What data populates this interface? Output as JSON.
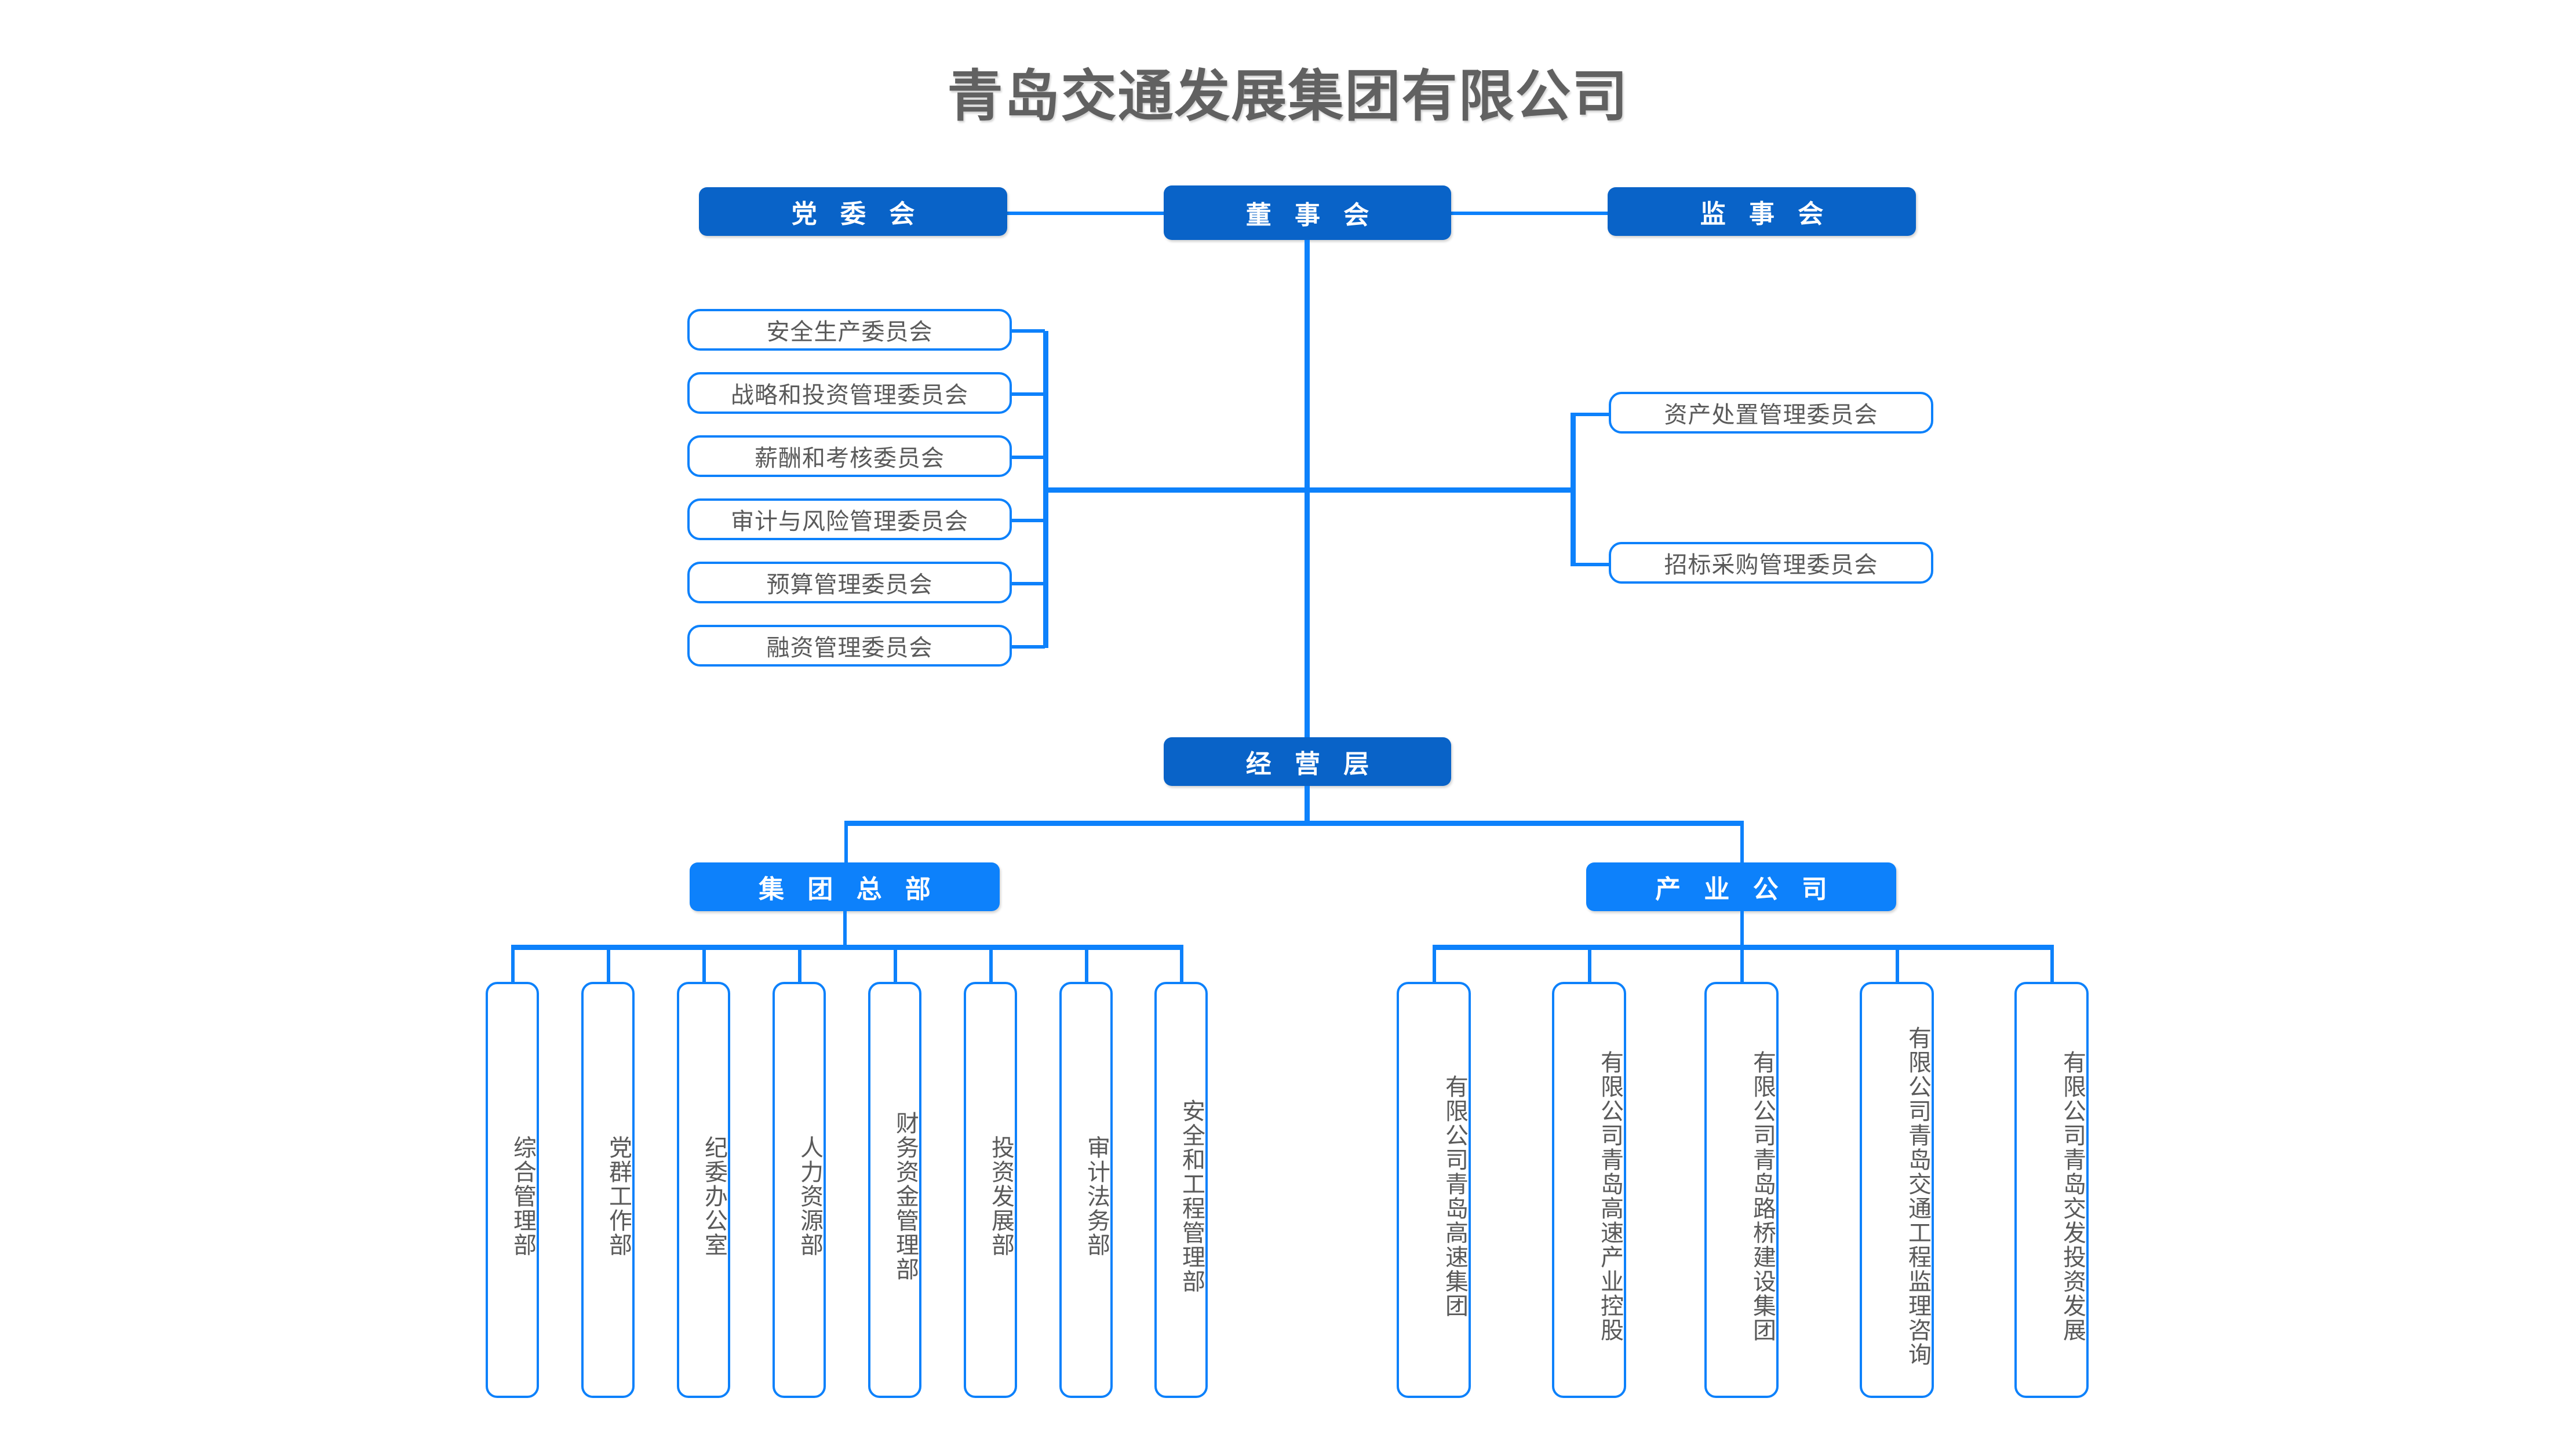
{
  "chart": {
    "title": "青岛交通发展集团有限公司",
    "type": "organization-chart",
    "colors": {
      "governance_fill": "#0963C8",
      "division_fill": "#0D81FB",
      "connector": "#0D81FB",
      "outline": "#0D81FB",
      "box_text": "#5a5a5a",
      "title_text": "#616161",
      "canvas": "#ffffff"
    }
  },
  "governance": {
    "party_committee": "党 委 会",
    "board_of_directors": "董 事 会",
    "board_of_supervisors": "监 事 会"
  },
  "left_committees": [
    {
      "label": "安全生产委员会"
    },
    {
      "label": "战略和投资管理委员会"
    },
    {
      "label": "薪酬和考核委员会"
    },
    {
      "label": "审计与风险管理委员会"
    },
    {
      "label": "预算管理委员会"
    },
    {
      "label": "融资管理委员会"
    }
  ],
  "right_committees": [
    {
      "label": "资产处置管理委员会"
    },
    {
      "label": "招标采购管理委员会"
    }
  ],
  "management": {
    "management_layer": "经 营 层",
    "group_headquarters": "集 团 总 部",
    "industry_companies": "产 业 公 司"
  },
  "departments": [
    {
      "label": "综合管理部"
    },
    {
      "label": "党群工作部"
    },
    {
      "label": "纪委办公室"
    },
    {
      "label": "人力资源部"
    },
    {
      "label": "财务资金管理部"
    },
    {
      "label": "投资发展部"
    },
    {
      "label": "审计法务部"
    },
    {
      "label": "安全和工程管理部"
    }
  ],
  "companies": [
    {
      "line1": "有限公司",
      "line2": "青岛高速集团"
    },
    {
      "line1": "有限公司",
      "line2": "青岛高速产业控股"
    },
    {
      "line1": "有限公司",
      "line2": "青岛路桥建设集团"
    },
    {
      "line1": "有限公司",
      "line2": "青岛交通工程监理咨询"
    },
    {
      "line1": "有限公司",
      "line2": "青岛交发投资发展"
    }
  ]
}
